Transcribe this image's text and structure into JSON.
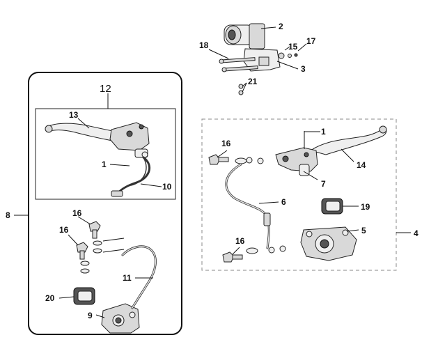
{
  "callouts": {
    "c1_top": "1",
    "c1_left": "1",
    "c2": "2",
    "c3": "3",
    "c4": "4",
    "c5": "5",
    "c6": "6",
    "c7": "7",
    "c8": "8",
    "c9": "9",
    "c10": "10",
    "c11": "11",
    "c12": "12",
    "c13": "13",
    "c14": "14",
    "c15": "15",
    "c16_right_top": "16",
    "c16_right_bottom": "16",
    "c16_left_a": "16",
    "c16_left_b": "16",
    "c17": "17",
    "c18": "18",
    "c19": "19",
    "c20": "20",
    "c21": "21"
  }
}
